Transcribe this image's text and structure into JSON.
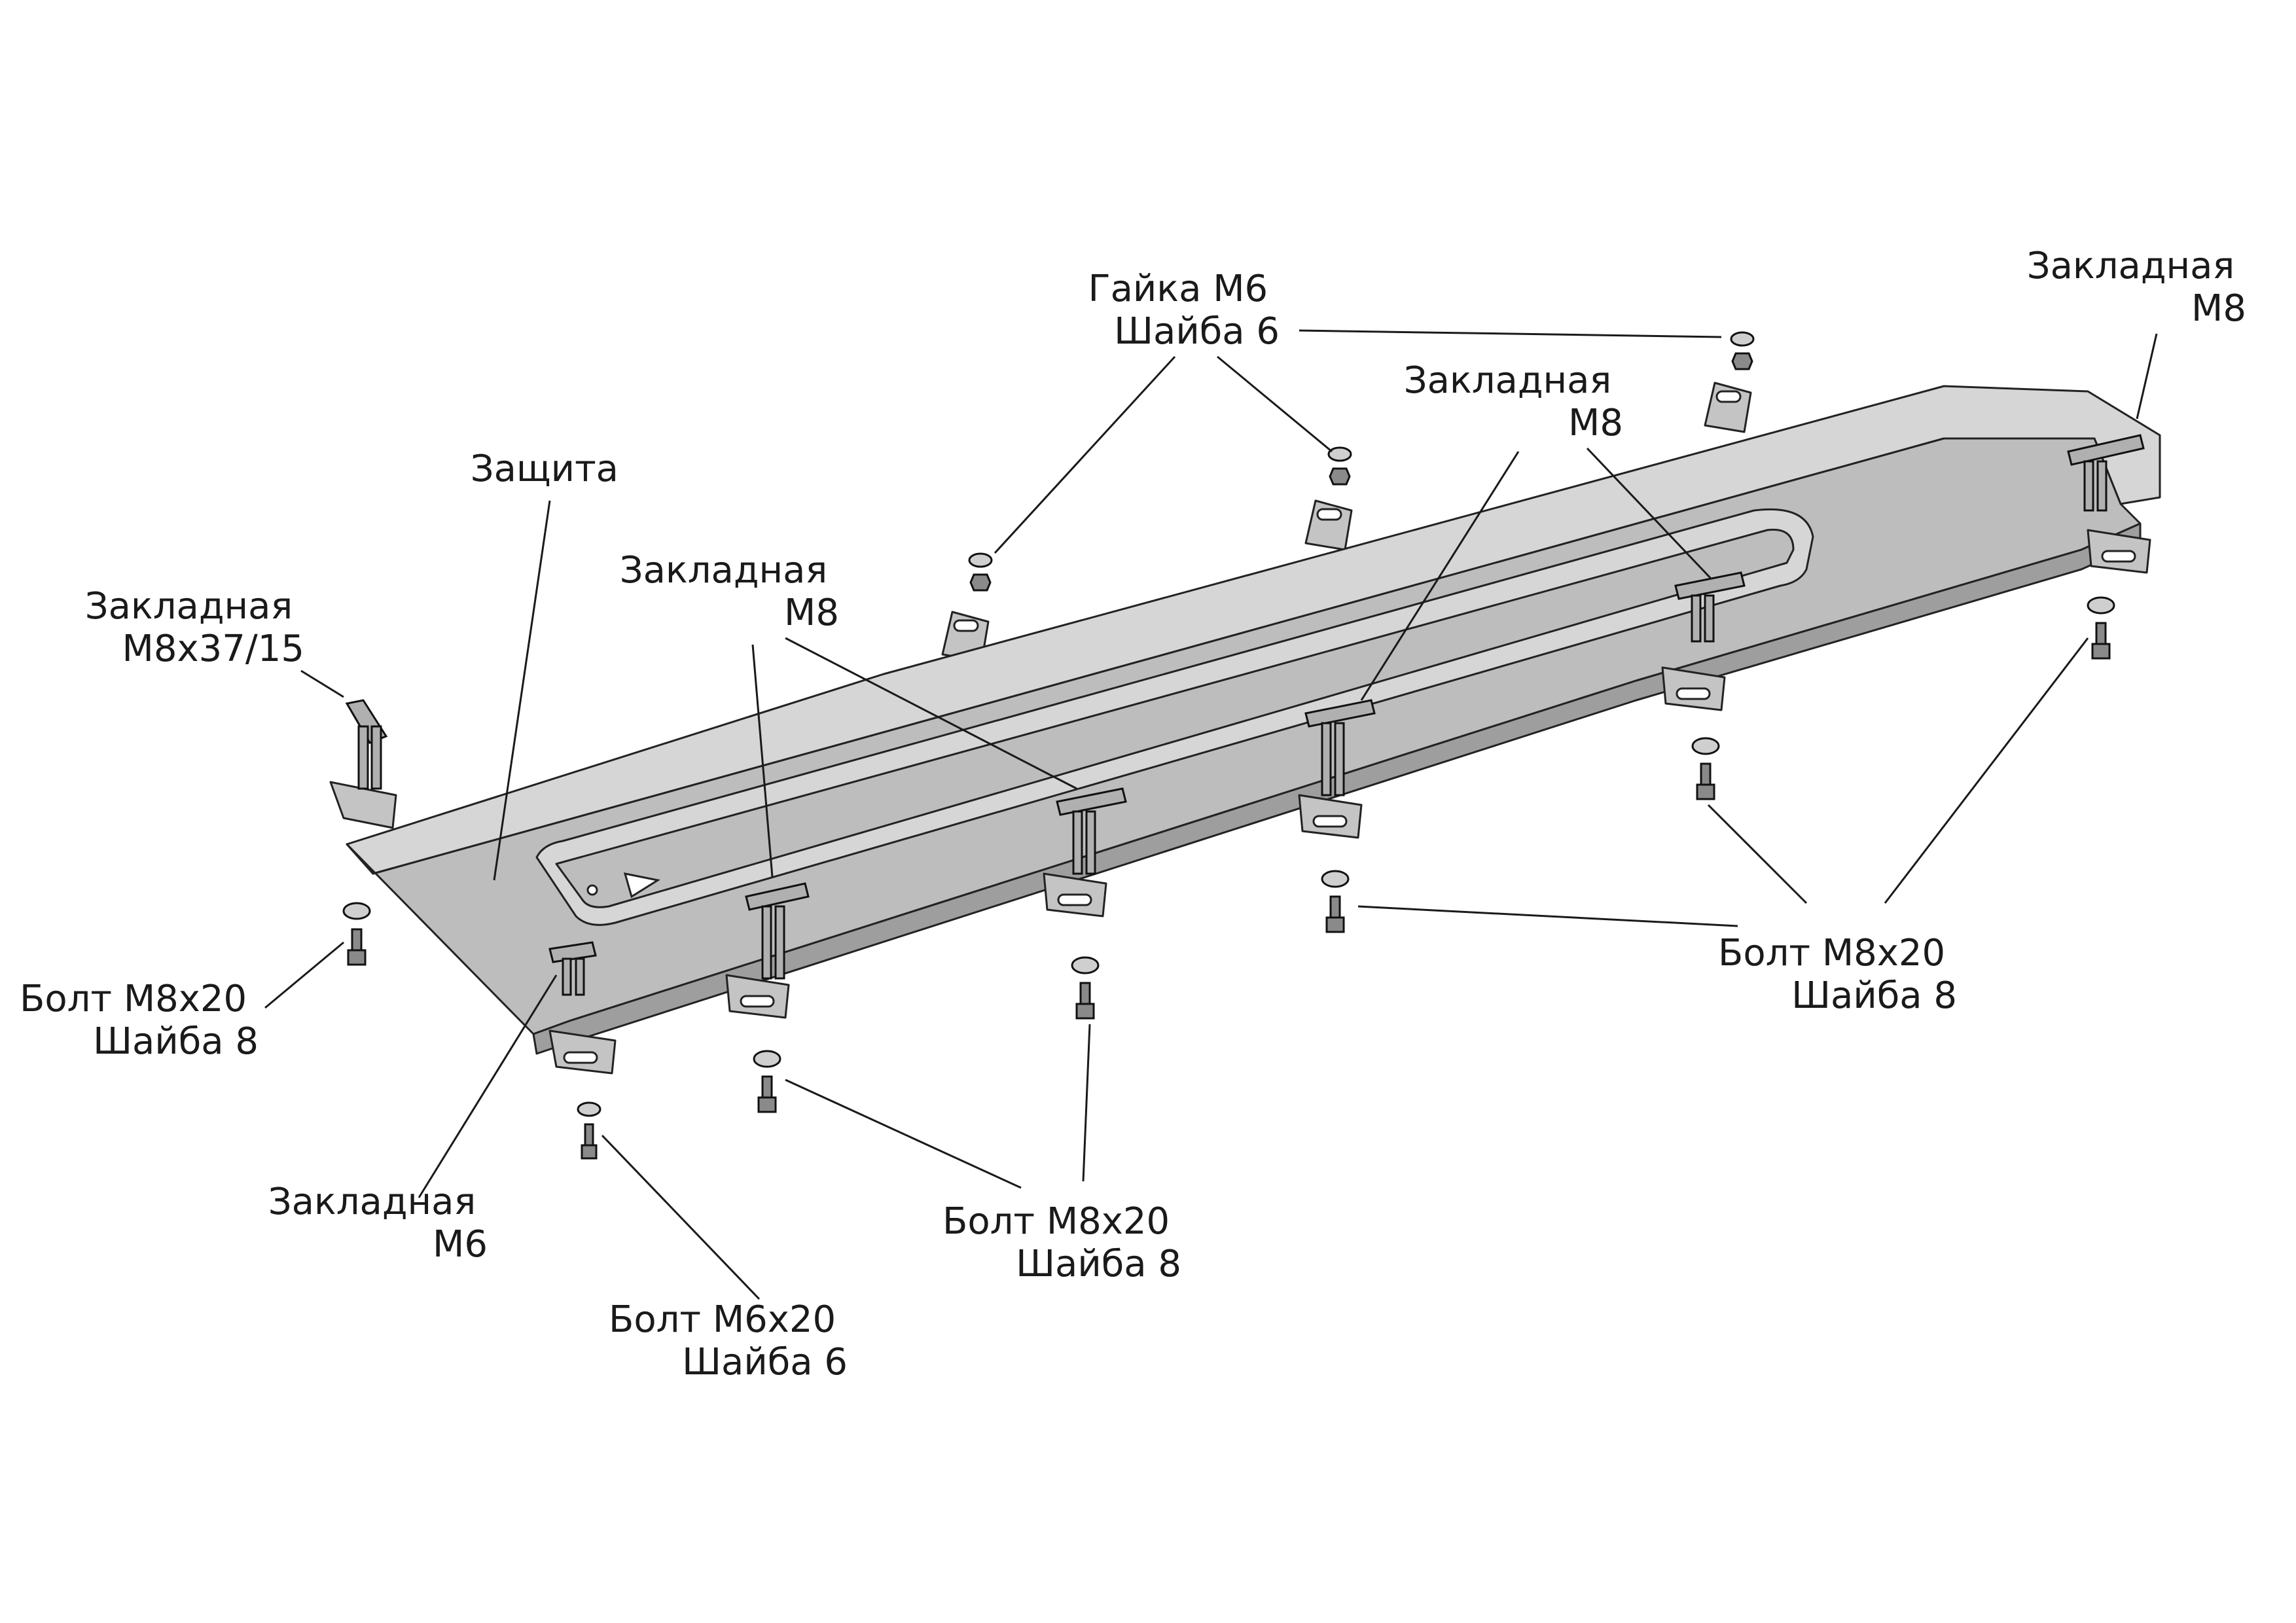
{
  "labels": {
    "nut_m6": [
      "Гайка М6",
      "Шайба 6"
    ],
    "insert_m8_top_right": [
      "Закладная",
      "М8"
    ],
    "insert_m8_center": [
      "Закладная",
      "М8"
    ],
    "insert_m8_left": [
      "Закладная",
      "М8"
    ],
    "protection": [
      "Защита"
    ],
    "insert_m8x37": [
      "Закладная",
      "М8х37/15"
    ],
    "bolt_m8_left": [
      "Болт М8х20",
      "Шайба 8"
    ],
    "bolt_m8_right": [
      "Болт М8х20",
      "Шайба 8"
    ],
    "bolt_m8_bottom": [
      "Болт М8х20",
      "Шайба 8"
    ],
    "insert_m6": [
      "Закладная",
      "М6"
    ],
    "bolt_m6": [
      "Болт М6х20",
      "Шайба 6"
    ]
  }
}
